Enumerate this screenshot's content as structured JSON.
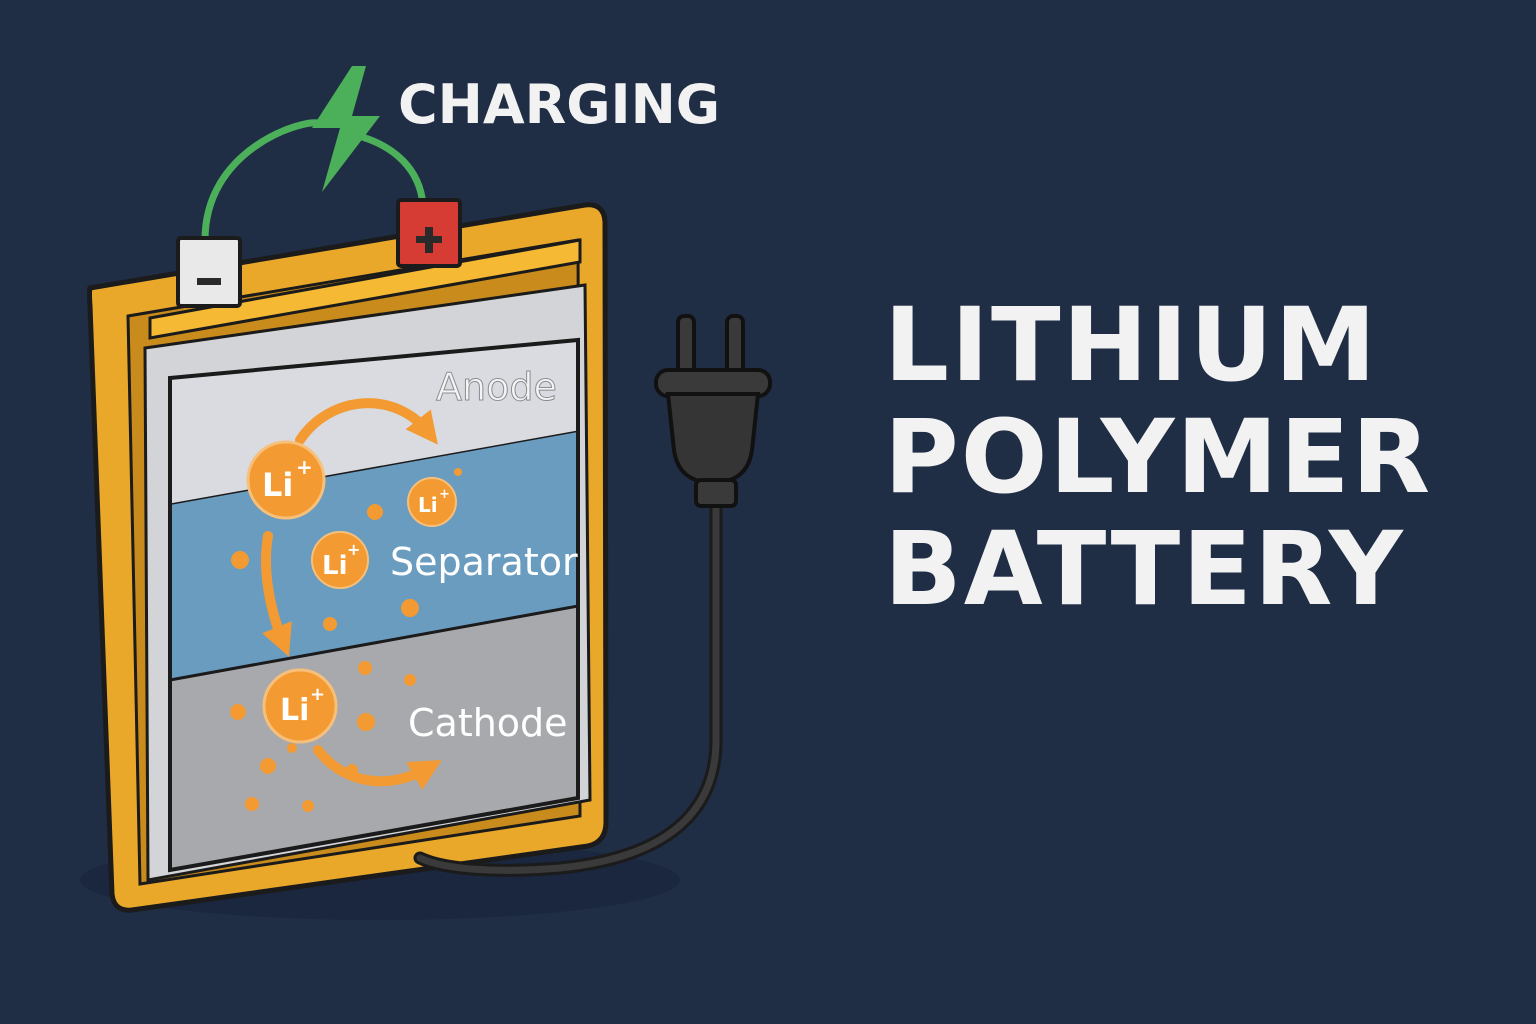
{
  "status": {
    "label": "CHARGING",
    "icon": "lightning-bolt-icon",
    "color": "#4caf5a"
  },
  "battery": {
    "terminals": {
      "negative": "−",
      "positive": "+"
    },
    "layers": [
      {
        "label": "Anode",
        "color": "#d9dbe0"
      },
      {
        "label": "Separator",
        "color": "#6a9cc0"
      },
      {
        "label": "Cathode",
        "color": "#a7a9ad"
      }
    ],
    "ion_label": "Li",
    "ion_charge": "+",
    "casing_color": "#eaa82a",
    "ion_color": "#f39a33"
  },
  "plug": {
    "icon": "power-plug-icon"
  },
  "title": {
    "line1": "LITHIUM",
    "line2": "POLYMER",
    "line3": "BATTERY"
  }
}
